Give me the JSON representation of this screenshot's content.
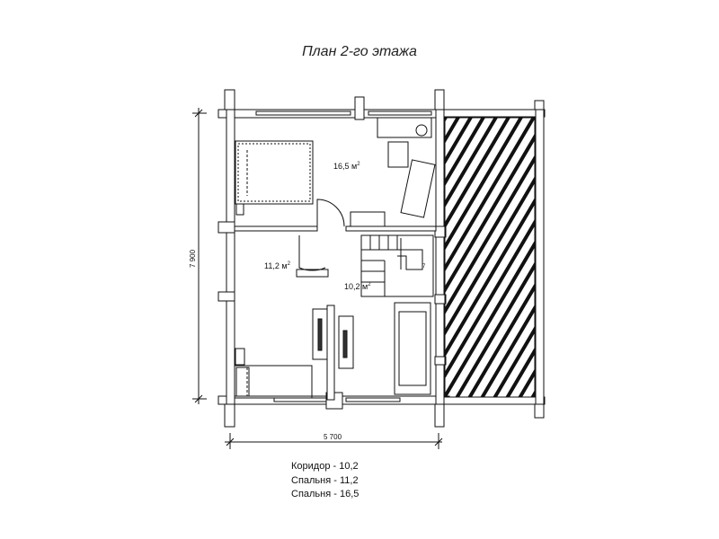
{
  "title": "План 2-го этажа",
  "rooms": [
    {
      "area": "16,5",
      "unit": "м",
      "sup": "2"
    },
    {
      "area": "11,2",
      "unit": "м",
      "sup": "2"
    },
    {
      "area": "10,2",
      "unit": "м",
      "sup": "2"
    }
  ],
  "dimensions": {
    "width": "5 700",
    "height": "7 900"
  },
  "stair_step_label": "7",
  "legend": [
    "Коридор - 10,2",
    "Спальня - 11,2",
    "Спальня - 16,5"
  ]
}
